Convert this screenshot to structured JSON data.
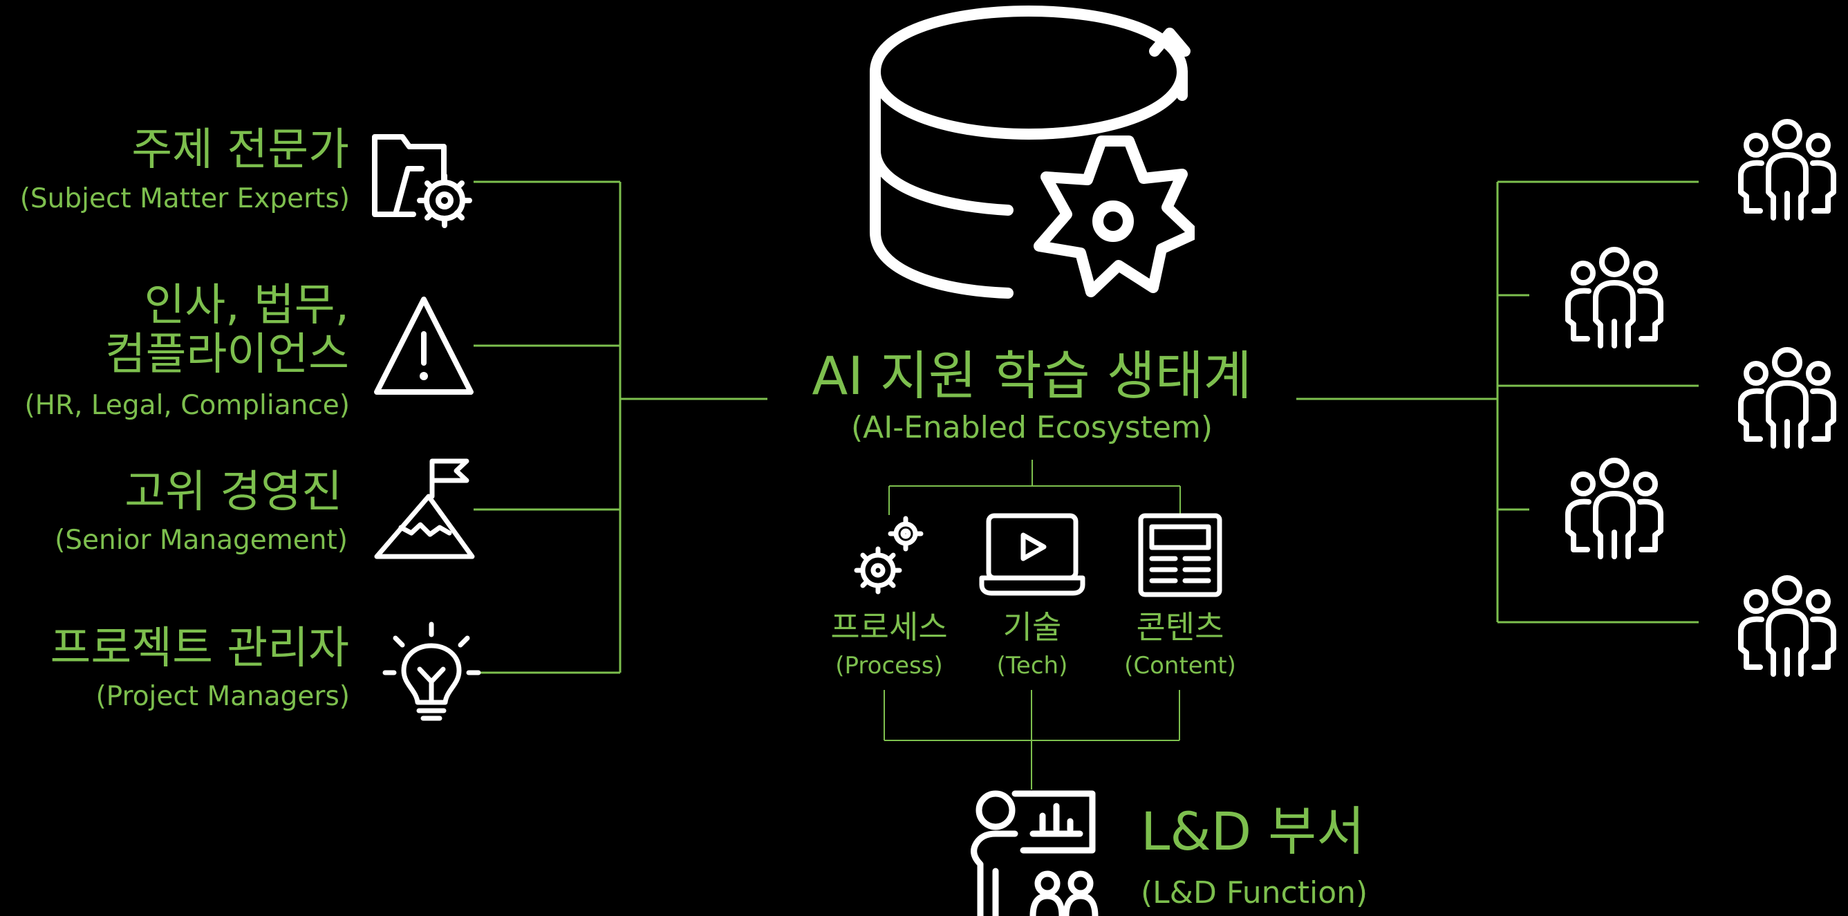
{
  "colors": {
    "background": "#000000",
    "accent": "#7dbf4e",
    "icon": "#ffffff",
    "line": "#7dbf4e"
  },
  "center": {
    "title": "AI 지원 학습 생태계",
    "subtitle": "(AI-Enabled Ecosystem)",
    "icon": "database-gear-icon",
    "pillars": [
      {
        "ko": "프로세스",
        "en": "(Process)",
        "icon": "gears-icon"
      },
      {
        "ko": "기술",
        "en": "(Tech)",
        "icon": "laptop-play-icon"
      },
      {
        "ko": "콘텐츠",
        "en": "(Content)",
        "icon": "document-content-icon"
      }
    ]
  },
  "stakeholders": [
    {
      "ko": "주제 전문가",
      "en": "(Subject Matter Experts)",
      "icon": "folder-gear-icon"
    },
    {
      "ko_line1": "인사, 법무,",
      "ko_line2": "컴플라이언스",
      "en": "(HR, Legal, Compliance)",
      "icon": "warning-triangle-icon"
    },
    {
      "ko": "고위 경영진",
      "en": "(Senior Management)",
      "icon": "mountain-flag-icon"
    },
    {
      "ko": "프로젝트 관리자",
      "en": "(Project Managers)",
      "icon": "lightbulb-icon"
    }
  ],
  "ld": {
    "ko": "L&D 부서",
    "en": "(L&D Function)",
    "icon": "presenter-team-icon"
  },
  "audience_groups": [
    {
      "icon": "group-icon"
    },
    {
      "icon": "group-icon"
    },
    {
      "icon": "group-icon"
    },
    {
      "icon": "group-icon"
    },
    {
      "icon": "group-icon"
    }
  ]
}
